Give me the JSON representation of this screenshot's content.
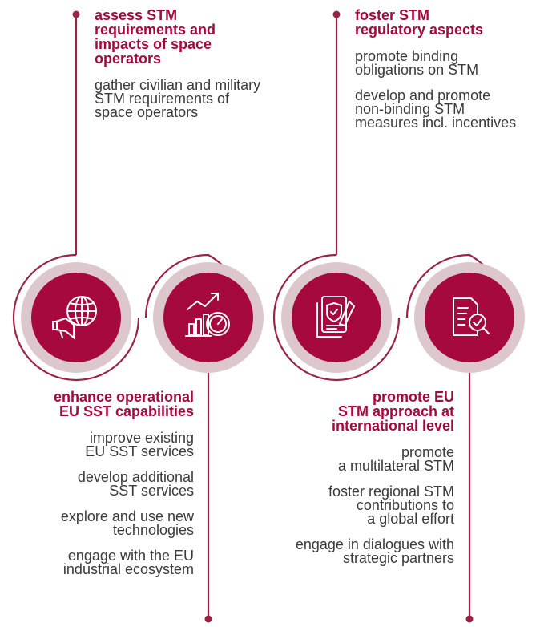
{
  "colors": {
    "accent": "#a6093d",
    "circle": "#a6093d",
    "ring": "#dcc7cd",
    "line": "#9b2343",
    "text": "#3a3a3a"
  },
  "icons": [
    "globe-megaphone-icon",
    "growth-chart-gauge-icon",
    "shield-document-icon",
    "document-magnifier-check-icon"
  ],
  "blocks": {
    "top_left": {
      "heading": "assess STM\nrequirements and\nimpacts of space\noperators",
      "items": [
        "gather civilian and military\nSTM requirements of\nspace operators"
      ]
    },
    "top_right": {
      "heading": "foster STM\nregulatory aspects",
      "items": [
        "promote binding\nobligations on STM",
        "develop and promote\nnon-binding STM\nmeasures incl. incentives"
      ]
    },
    "bottom_left": {
      "heading": "enhance operational\nEU SST capabilities",
      "items": [
        "improve existing\nEU SST services",
        "develop additional\nSST services",
        "explore and use new\ntechnologies",
        "engage with the EU\nindustrial ecosystem"
      ]
    },
    "bottom_right": {
      "heading": "promote EU\nSTM approach at\ninternational level",
      "items": [
        "promote\na multilateral STM",
        "foster regional STM\ncontributions to\na global effort",
        "engage in dialogues with\nstrategic partners"
      ]
    }
  }
}
